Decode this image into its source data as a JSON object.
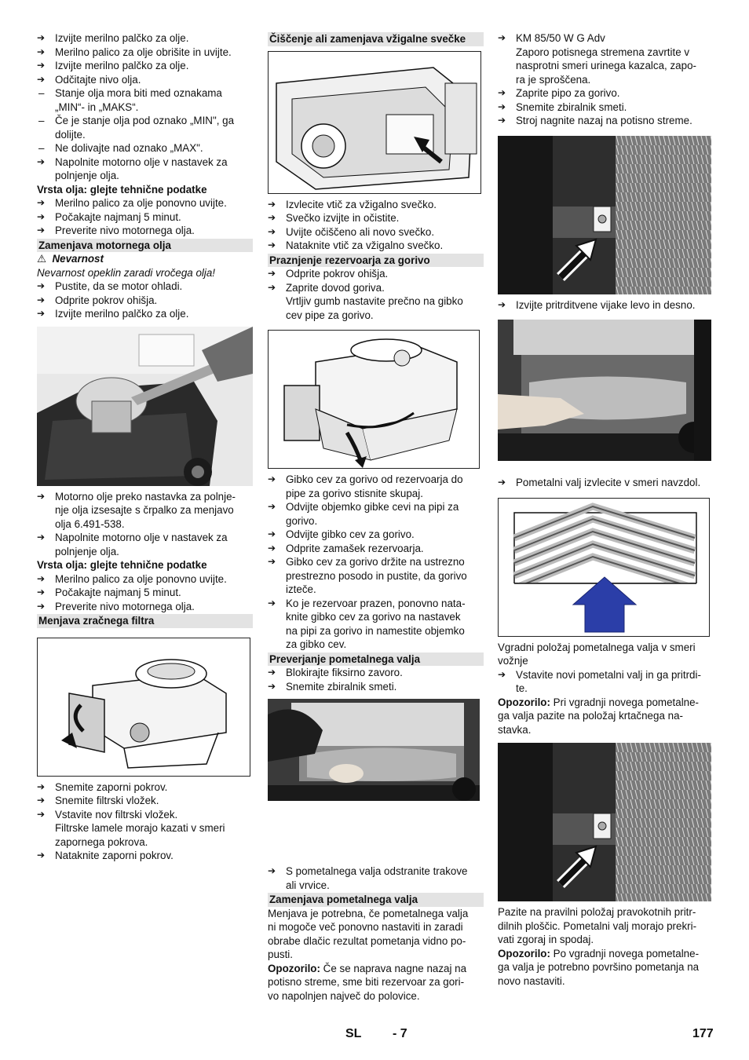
{
  "col1": {
    "a1": "Izvijte merilno palčko za olje.",
    "a2": "Merilno palico za olje obrišite in uvijte.",
    "a3": "Izvijte merilno palčko za olje.",
    "a4": "Odčitajte nivo olja.",
    "d1": "Stanje olja mora biti med oznakama",
    "d1b": "„MIN“- in „MAKS“.",
    "d2": "Če je stanje olja pod oznako „MIN\", ga",
    "d2b": "dolijte.",
    "d3": "Ne dolivajte nad oznako „MAX\".",
    "a5": "Napolnite motorno olje v nastavek za",
    "a5b": "polnjenje olja.",
    "oil_type": "Vrsta olja: glejte tehnične podatke",
    "a6": "Merilno palico za olje ponovno uvijte.",
    "a7": "Počakajte najmanj 5 minut.",
    "a8": "Preverite nivo motornega olja.",
    "h_change": "Zamenjava motornega olja",
    "warn_symbol": "⚠",
    "warn_title": "Nevarnost",
    "warn_text": "Nevarnost opeklin zaradi vročega olja!",
    "b1": "Pustite, da se motor ohladi.",
    "b2": "Odprite pokrov ohišja.",
    "b3": "Izvijte merilno palčko za olje.",
    "c1": "Motorno olje preko nastavka za polnje-",
    "c1b": "nje olja izsesajte s črpalko za menjavo",
    "c1c": "olja 6.491-538.",
    "c2": "Napolnite motorno olje v nastavek za",
    "c2b": "polnjenje olja.",
    "oil_type2": "Vrsta olja: glejte tehnične podatke",
    "c3": "Merilno palico za olje ponovno uvijte.",
    "c4": "Počakajte najmanj 5 minut.",
    "c5": "Preverite nivo motornega olja.",
    "h_filter": "Menjava zračnega filtra",
    "e1": "Snemite zaporni pokrov.",
    "e2": "Snemite filtrski vložek.",
    "e3": "Vstavite nov filtrski vložek.",
    "e3b": "Filtrske lamele morajo kazati v smeri",
    "e3c": "zapornega pokrova.",
    "e4": "Nataknite zaporni pokrov."
  },
  "col2": {
    "h_plug": "Čiščenje ali zamenjava vžigalne svečke",
    "p1": "Izvlecite vtič za vžigalno svečko.",
    "p2": "Svečko izvijte in očistite.",
    "p3": "Uvijte očiščeno ali novo svečko.",
    "p4": "Nataknite vtič za vžigalno svečko.",
    "h_tank": "Praznjenje rezervoarja za gorivo",
    "t1": "Odprite pokrov ohišja.",
    "t2": "Zaprite dovod goriva.",
    "t2b": "Vrtljiv gumb nastavite prečno na gibko",
    "t2c": "cev pipe za gorivo.",
    "t3": "Gibko cev za gorivo od rezervoarja do",
    "t3b": "pipe za gorivo stisnite skupaj.",
    "t4": "Odvijte objemko gibke cevi na pipi za",
    "t4b": "gorivo.",
    "t5": "Odvijte gibko cev za gorivo.",
    "t6": "Odprite zamašek rezervoarja.",
    "t7": "Gibko cev za gorivo držite na ustrezno",
    "t7b": "prestrezno posodo in pustite, da gorivo",
    "t7c": "izteče.",
    "t8": "Ko je rezervoar prazen, ponovno nata-",
    "t8b": "knite gibko cev za gorivo na nastavek",
    "t8c": "na pipi za gorivo in namestite objemko",
    "t8d": "za gibko cev.",
    "h_check": "Preverjanje pometalnega valja",
    "k1": "Blokirajte fiksirno zavoro.",
    "k2": "Snemite zbiralnik smeti.",
    "k3": "S pometalnega valja odstranite trakove",
    "k3b": "ali vrvice.",
    "h_replace": "Zamenjava pometalnega valja",
    "r1": "Menjava je potrebna, če pometalnega valja",
    "r2": "ni mogoče več ponovno nastaviti in zaradi",
    "r3": "obrabe dlačic rezultat pometanja vidno po-",
    "r4": "pusti.",
    "note_label": "Opozorilo:",
    "n1": " Če se naprava nagne nazaj na",
    "n2": "potisno streme, sme biti rezervoar za gori-",
    "n3": "vo napolnjen največ do polovice."
  },
  "col3": {
    "m1": "KM 85/50 W G Adv",
    "m1b": "Zaporo potisnega stremena zavrtite v",
    "m1c": "nasprotni smeri urinega kazalca, zapo-",
    "m1d": "ra je sproščena.",
    "m2": "Zaprite pipo za gorivo.",
    "m3": "Snemite zbiralnik smeti.",
    "m4": "Stroj nagnite nazaj na potisno streme.",
    "m5": "Izvijte pritrditvene vijake levo in desno.",
    "m6": "Pometalni valj izvlecite v smeri navzdol.",
    "f1": "Vgradni položaj pometalnega valja v smeri",
    "f1b": "vožnje",
    "m7": "Vstavite novi pometalni valj in ga pritrdi-",
    "m7b": "te.",
    "note_label": "Opozorilo:",
    "o1": " Pri vgradnji novega pometalne-",
    "o1b": "ga valja pazite na položaj krtačnega na-",
    "o1c": "stavka.",
    "g1": "Pazite na pravilni položaj pravokotnih pritr-",
    "g2": "dilnih ploščic. Pometalni valj morajo prekri-",
    "g3": "vati zgoraj in spodaj.",
    "note_label2": "Opozorilo:",
    "q1": " Po vgradnji novega pometalne-",
    "q1b": "ga valja je potrebno površino pometanja na",
    "q1c": "novo nastaviti."
  },
  "footer": {
    "lang": "SL",
    "section": "- 7",
    "page": "177"
  }
}
